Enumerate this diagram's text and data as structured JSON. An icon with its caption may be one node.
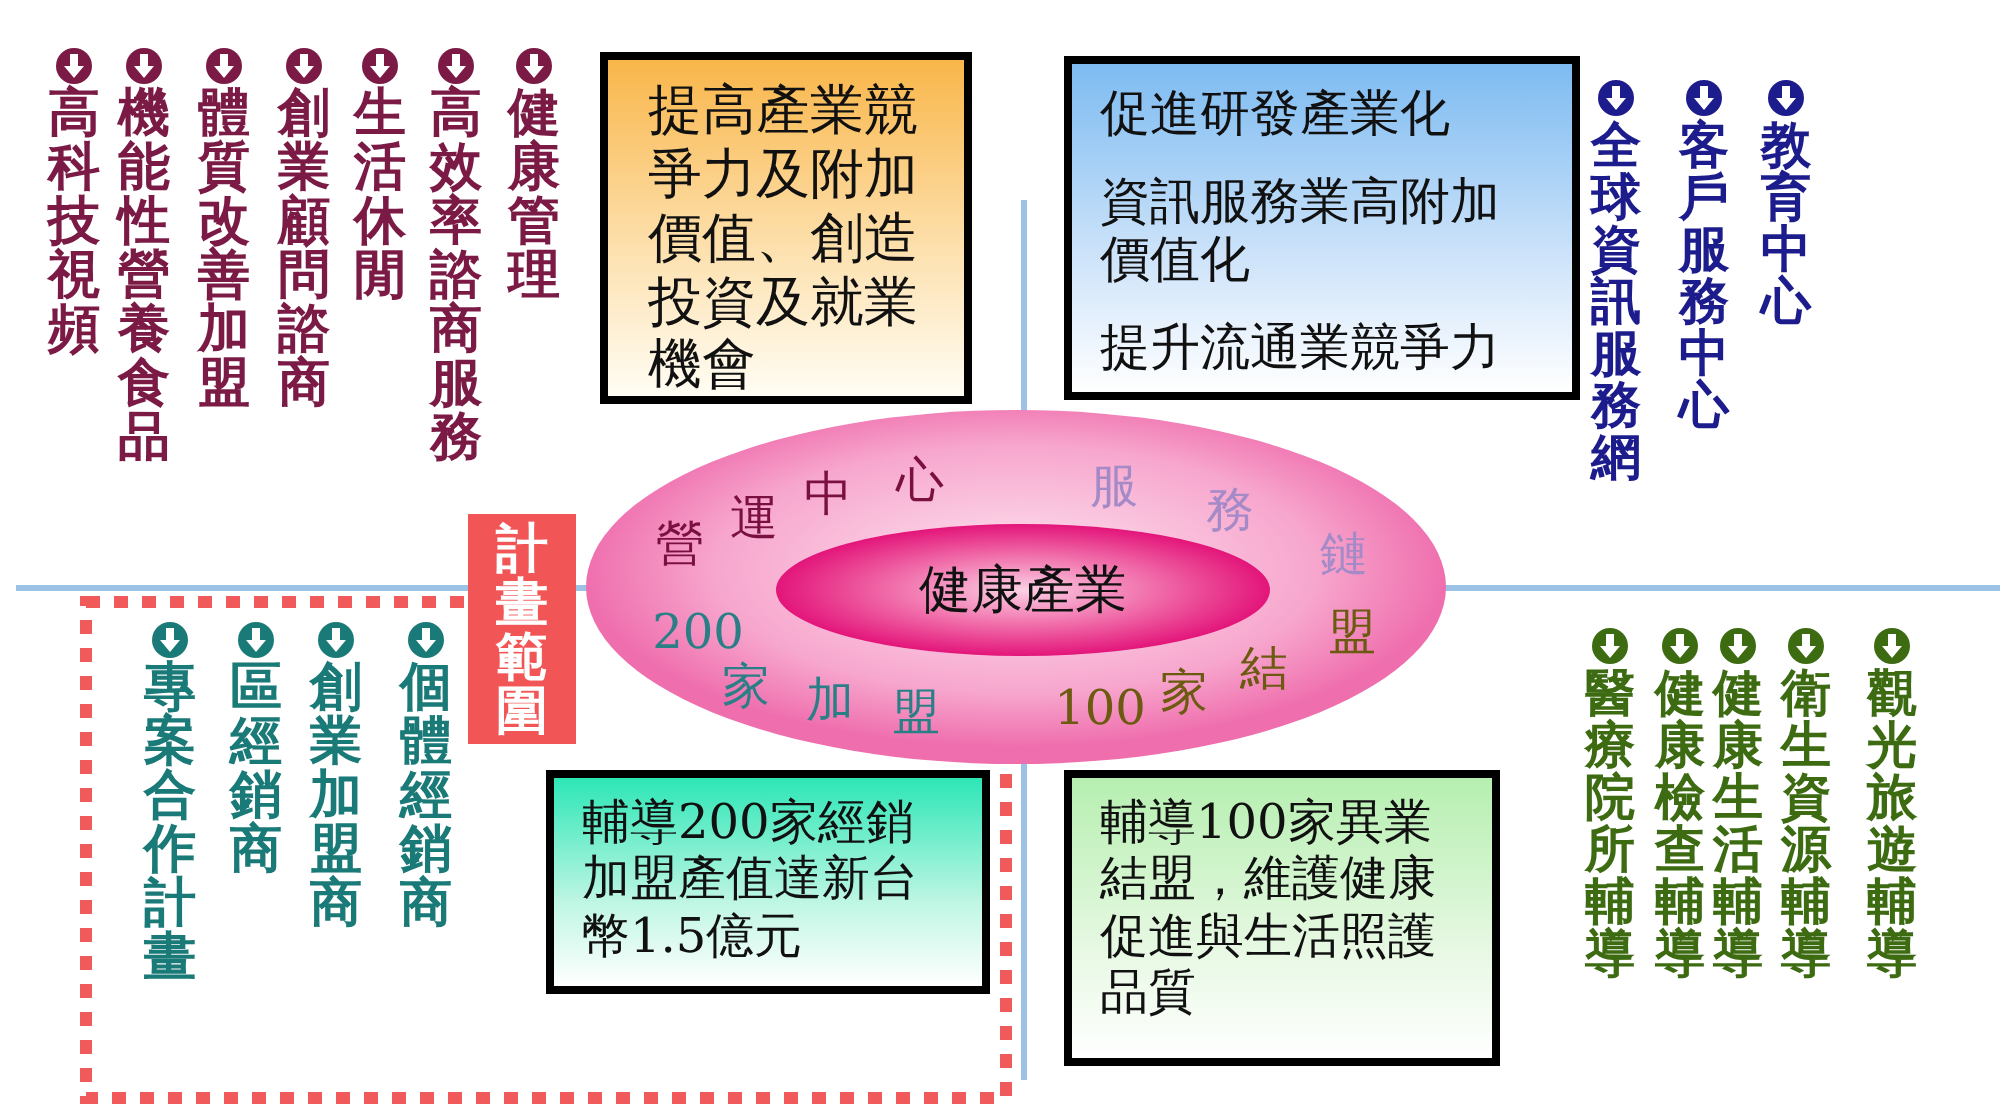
{
  "diagram": {
    "nodes": [
      {
        "text": [
          "提高產業競爭力及附加價值、創造投資及就業機會"
        ]
      },
      {
        "text": [
          "促進研發產業化",
          "資訊服務業高附加價值化",
          "提升流通業競爭力"
        ]
      },
      {
        "text": [
          "計畫範圍"
        ]
      },
      {
        "text": [
          "營運中心",
          "服務鏈",
          "200家加盟",
          "100家結盟"
        ]
      },
      {
        "text": [
          "健康產業"
        ],
        "in": 3
      },
      {
        "text": [
          "輔導200家經銷加盟產值達新台幣1.5億元"
        ],
        "in": 2
      },
      {
        "text": [
          "輔導100家異業結盟，維護健康促進與生活照護品質"
        ]
      }
    ],
    "labels": [
      "高科技視頻",
      "機能性營養食品",
      "體質改善加盟",
      "創業顧問諮商",
      "生活休閒",
      "高效率諮商服務",
      "健康管理",
      "全球資訊服務網",
      "客戶服務中心",
      "教育中心",
      "專案合作計畫",
      "區經銷商",
      "創業加盟商",
      "個體經銷商",
      "醫療院所輔導",
      "健康檢查輔導",
      "健康生活輔導",
      "衛生資源輔導",
      "觀光旅遊輔導"
    ]
  }
}
